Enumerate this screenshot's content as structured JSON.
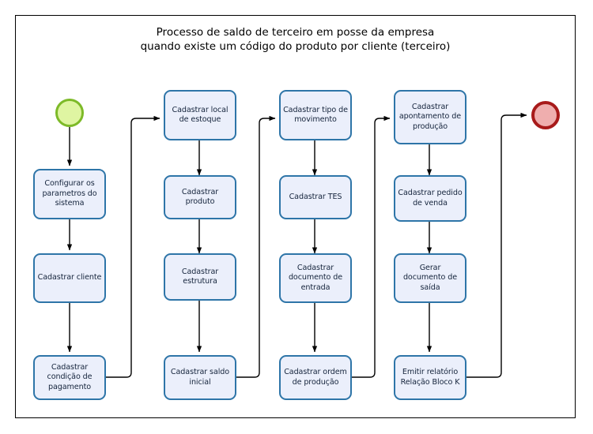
{
  "diagram": {
    "title_line1": "Processo de saldo de terceiro em posse da empresa",
    "title_line2": "quando existe um código do produto por cliente (terceiro)",
    "colors": {
      "node_border": "#2E75A8",
      "node_fill": "#EBEFFB",
      "node_text": "#15243C",
      "start_border": "#7DBA28",
      "start_fill": "#DFF5A2",
      "end_border": "#A81A1A",
      "end_fill": "#EFAEAE",
      "connector": "#000000",
      "frame": "#000000"
    },
    "terminators": {
      "start_label": "start-event",
      "end_label": "end-event"
    },
    "columns": [
      {
        "name": "column-1",
        "nodes": [
          {
            "id": "n1",
            "text": "Configurar os parametros do sistema",
            "lines": [
              "Configurar os",
              "parametros do",
              "sistema"
            ]
          },
          {
            "id": "n2",
            "text": "Cadastrar cliente",
            "lines": [
              "Cadastrar",
              "cliente"
            ]
          },
          {
            "id": "n3",
            "text": "Cadastrar condição de pagamento",
            "lines": [
              "Cadastrar",
              "condição de",
              "pagamento"
            ]
          }
        ]
      },
      {
        "name": "column-2",
        "nodes": [
          {
            "id": "n4",
            "text": "Cadastrar local de estoque",
            "lines": [
              "Cadastrar local",
              "de estoque"
            ]
          },
          {
            "id": "n5",
            "text": "Cadastrar produto",
            "lines": [
              "Cadastrar",
              "produto"
            ]
          },
          {
            "id": "n6",
            "text": "Cadastrar estrutura",
            "lines": [
              "Cadastrar",
              "estrutura"
            ]
          },
          {
            "id": "n7",
            "text": "Cadastrar saldo inicial",
            "lines": [
              "Cadastrar saldo",
              "inicial"
            ]
          }
        ]
      },
      {
        "name": "column-3",
        "nodes": [
          {
            "id": "n8",
            "text": "Cadastrar tipo de movimento",
            "lines": [
              "Cadastrar tipo",
              "de movimento"
            ]
          },
          {
            "id": "n9",
            "text": "Cadastrar TES",
            "lines": [
              "Cadastrar TES"
            ]
          },
          {
            "id": "n10",
            "text": "Cadastrar documento de entrada",
            "lines": [
              "Cadastrar",
              "documento de",
              "entrada"
            ]
          },
          {
            "id": "n11",
            "text": "Cadastrar ordem de produção",
            "lines": [
              "Cadastrar",
              "ordem de",
              "produção"
            ]
          }
        ]
      },
      {
        "name": "column-4",
        "nodes": [
          {
            "id": "n12",
            "text": "Cadastrar apontamento de produção",
            "lines": [
              "Cadastrar",
              "apontamento",
              "de produção"
            ]
          },
          {
            "id": "n13",
            "text": "Cadastrar pedido de venda",
            "lines": [
              "Cadastrar",
              "pedido de",
              "venda"
            ]
          },
          {
            "id": "n14",
            "text": "Gerar documento de saída",
            "lines": [
              "Gerar",
              "documento de",
              "saída"
            ]
          },
          {
            "id": "n15",
            "text": "Emitir relatório Relação Bloco K",
            "lines": [
              "Emitir relatório",
              "Relação Bloco",
              "K"
            ]
          }
        ]
      }
    ]
  }
}
